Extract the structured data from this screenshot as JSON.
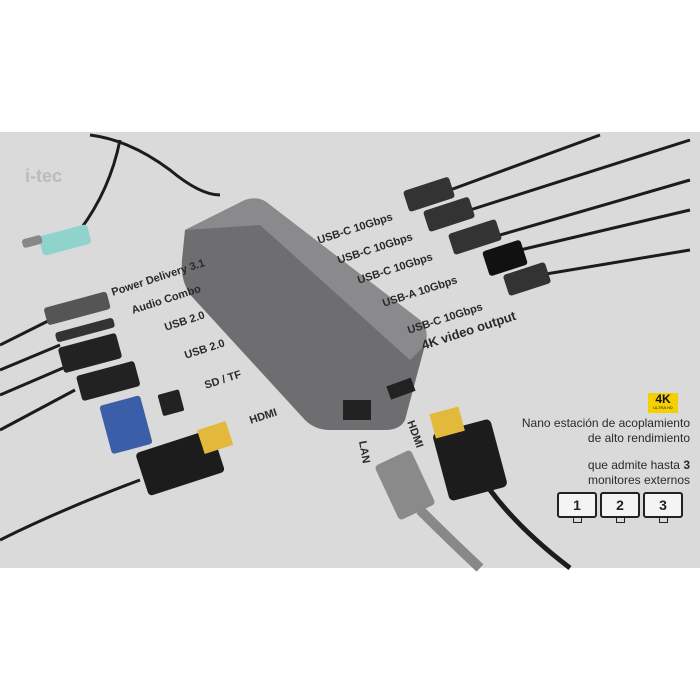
{
  "brand": {
    "logo": "i-tec"
  },
  "labels_left": [
    "Power Delivery 3.1",
    "Audio Combo",
    "USB 2.0",
    "USB 2.0",
    "SD / TF",
    "HDMI"
  ],
  "labels_right": [
    "USB-C 10Gbps",
    "USB-C 10Gbps",
    "USB-C 10Gbps",
    "USB-A 10Gbps",
    "USB-C 10Gbps",
    "4K video output"
  ],
  "labels_bottom": [
    "LAN",
    "HDMI"
  ],
  "badge": {
    "main": "4K",
    "sub": "ULTRA HD",
    "color": "#f5d000"
  },
  "description": {
    "line1": "Nano estación de acoplamiento",
    "line2": "de alto rendimiento",
    "line3": "que admite hasta",
    "line3_bold": "3",
    "line4": "monitores externos"
  },
  "monitors": [
    "1",
    "2",
    "3"
  ],
  "colors": {
    "panel": "#dadada",
    "hub": "#6e6e70",
    "cable": "#1c1c1c",
    "pd_tip": "#8fd3cc",
    "hdmi_gold": "#e2b93b",
    "sd_card": "#3a5fa8"
  }
}
